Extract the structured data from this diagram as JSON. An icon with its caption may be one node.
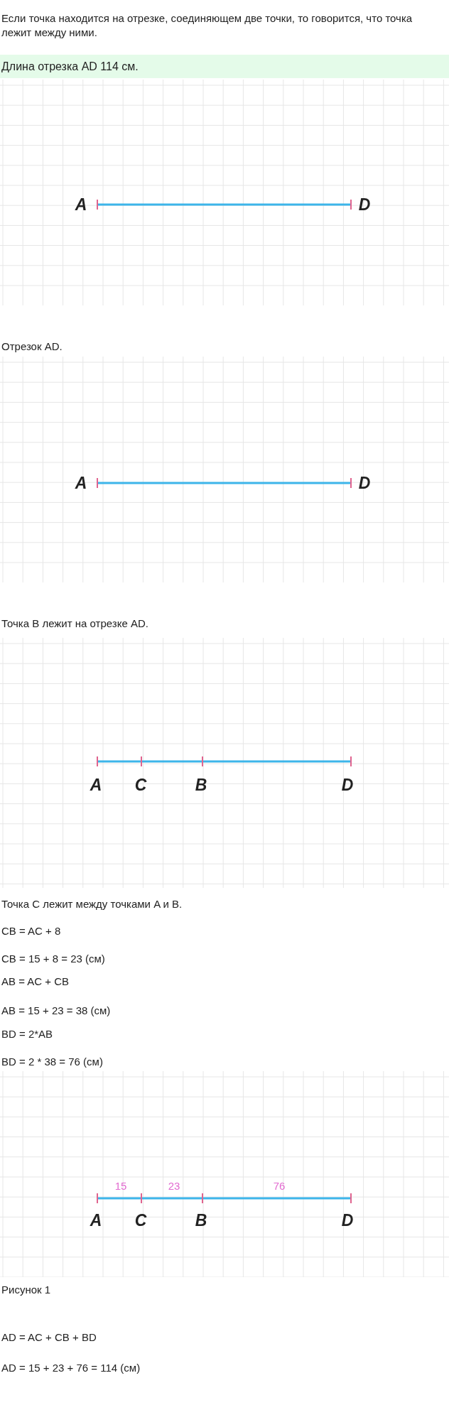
{
  "diagram": {
    "labels": [
      "Если точка находится на отрезке, соединяющем две точки, то говорится, что точка лежит между ними.",
      "Длина отрезка AD 114 см.",
      "A",
      "D",
      "Отрезок AD.",
      "A",
      "D",
      "Точка B лежит на отрезке AD.",
      "A",
      "C",
      "B",
      "D",
      "Точка C лежит между точками A и B.",
      "CB = AC + 8",
      "CB = 15 + 8 = 23 (см)",
      "AB = AC + CB",
      "AB = 15 + 23 = 38 (см)",
      "BD = 2*AB",
      "BD = 2 * 38 = 76 (см)",
      "15",
      "23",
      "76",
      "A",
      "C",
      "B",
      "D",
      "Рисунок 1",
      "AD = AC + CB + BD",
      "AD = 15 + 23 + 76 = 114 (см)"
    ]
  }
}
